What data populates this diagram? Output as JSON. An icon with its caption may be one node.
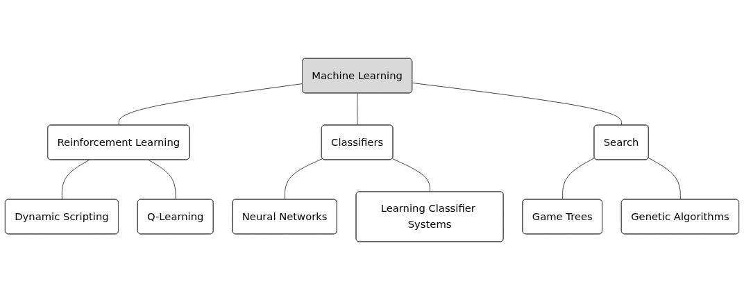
{
  "diagram": {
    "nodes": [
      {
        "text": [
          "Machine Learning"
        ]
      },
      {
        "text": [
          "Reinforcement Learning"
        ]
      },
      {
        "text": [
          "Classifiers"
        ]
      },
      {
        "text": [
          "Search"
        ]
      },
      {
        "text": [
          "Dynamic Scripting"
        ]
      },
      {
        "text": [
          "Q-Learning"
        ]
      },
      {
        "text": [
          "Game Trees"
        ]
      },
      {
        "text": [
          "Genetic Algorithms"
        ]
      },
      {
        "text": [
          "Neural Networks"
        ]
      },
      {
        "text": [
          "Learning Classifier Systems"
        ]
      }
    ],
    "edges": [
      {
        "from": 0,
        "to": 1,
        "arrow": "none"
      },
      {
        "from": 0,
        "to": 2,
        "arrow": "none"
      },
      {
        "from": 0,
        "to": 3,
        "arrow": "none"
      },
      {
        "from": 1,
        "to": 4,
        "arrow": "none"
      },
      {
        "from": 1,
        "to": 5,
        "arrow": "none"
      },
      {
        "from": 3,
        "to": 6,
        "arrow": "none"
      },
      {
        "from": 3,
        "to": 7,
        "arrow": "none"
      },
      {
        "from": 2,
        "to": 8,
        "arrow": "none"
      },
      {
        "from": 2,
        "to": 9,
        "arrow": "none"
      }
    ]
  }
}
